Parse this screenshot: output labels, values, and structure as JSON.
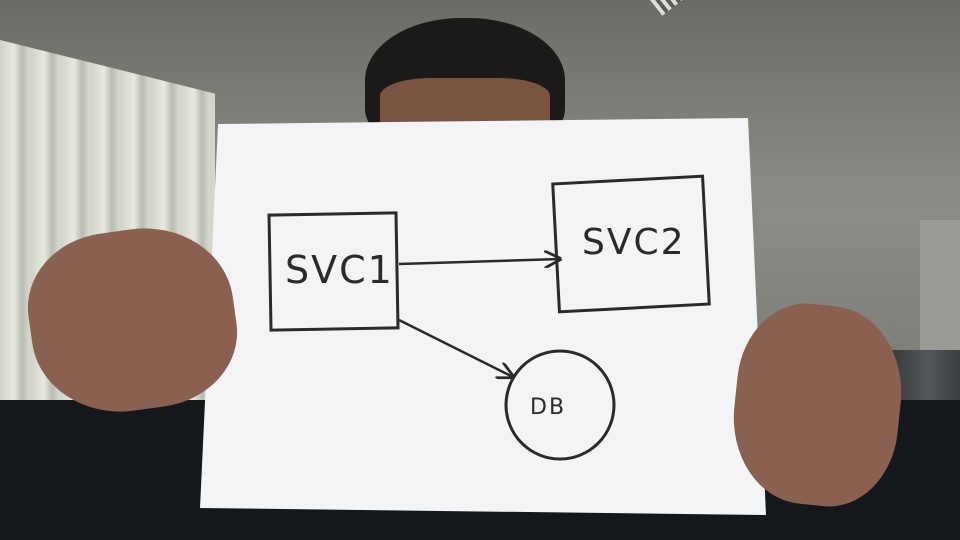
{
  "diagram": {
    "nodes": [
      {
        "id": "svc1",
        "label": "SVC1",
        "shape": "rectangle"
      },
      {
        "id": "svc2",
        "label": "SVC2",
        "shape": "rectangle"
      },
      {
        "id": "db",
        "label": "DB",
        "shape": "circle"
      }
    ],
    "edges": [
      {
        "from": "svc1",
        "to": "svc2",
        "arrow": "directed"
      },
      {
        "from": "svc1",
        "to": "db",
        "arrow": "directed"
      }
    ]
  },
  "colors": {
    "paper": "#f3f4f6",
    "ink": "#2a2a2a"
  }
}
